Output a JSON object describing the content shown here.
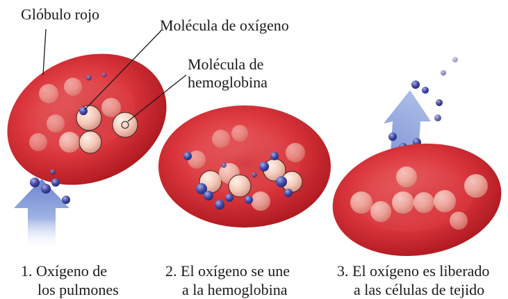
{
  "labels": {
    "red_cell": "Glóbulo rojo",
    "oxygen_molecule": "Molécula de oxígeno",
    "hemoglobin_line1": "Molécula de",
    "hemoglobin_line2": "hemoglobina"
  },
  "steps": [
    {
      "line1": "1. Oxígeno de",
      "line2": "los pulmones"
    },
    {
      "line1": "2. El oxígeno se une",
      "line2": "a la hemoglobina"
    },
    {
      "line1": "3. El oxígeno es liberado",
      "line2": "a las células de tejido"
    }
  ],
  "colors": {
    "cell_red": "#d9343b",
    "cell_dark": "#a8151c",
    "hemoglobin": "#f4c9b8",
    "oxygen": "#4a4fa8",
    "arrow": "#7e97d6"
  }
}
